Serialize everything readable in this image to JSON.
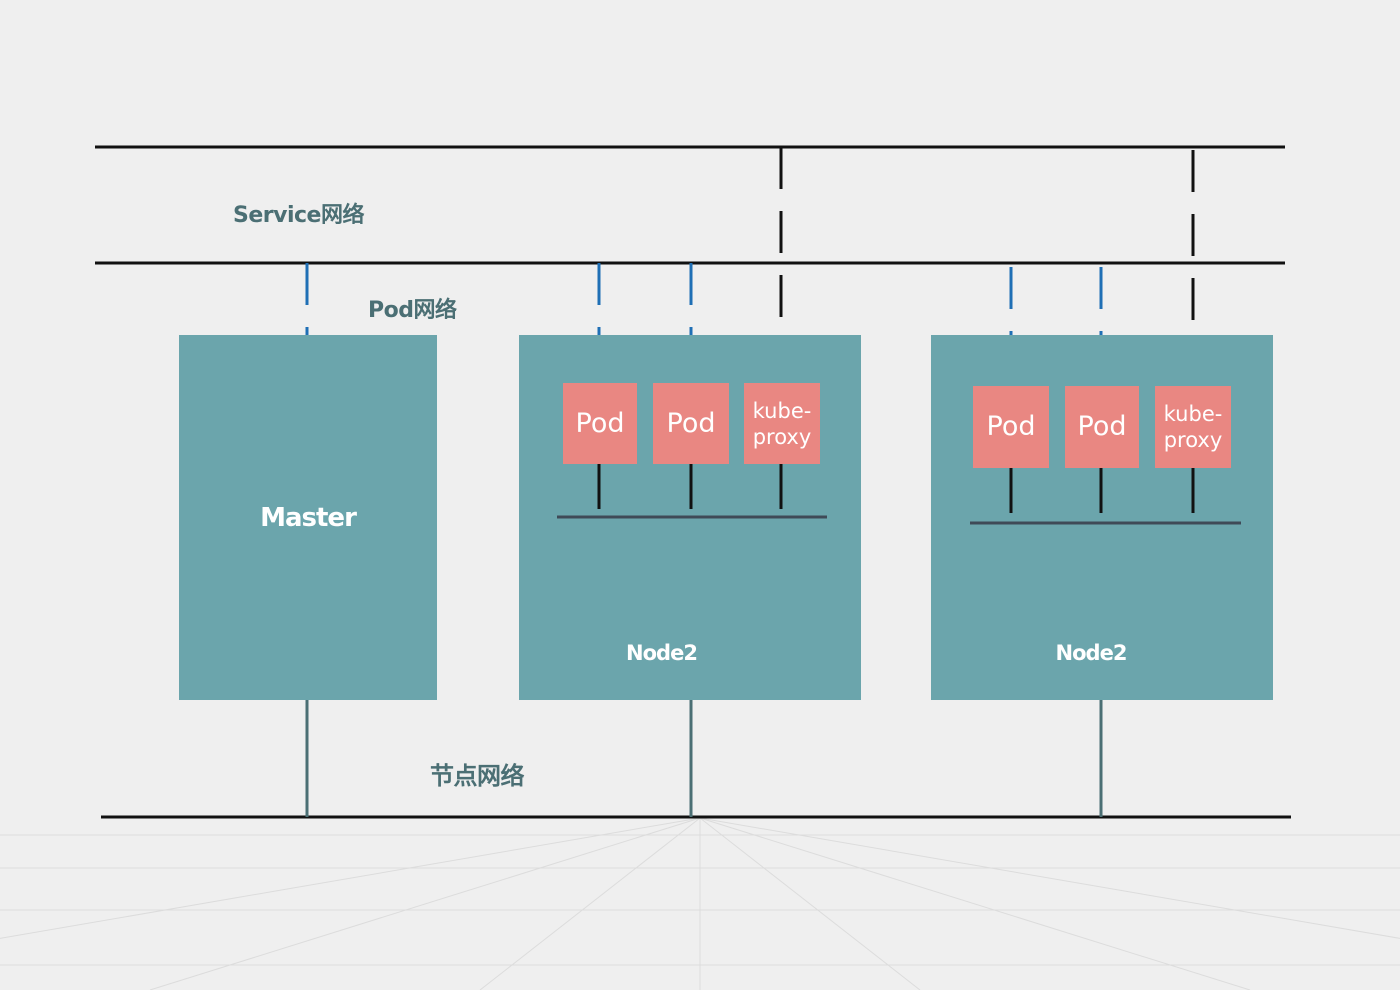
{
  "networks": {
    "service": "Service网络",
    "pod": "Pod网络",
    "node": "节点网络"
  },
  "master": {
    "label": "Master"
  },
  "nodes": [
    {
      "label": "Node2",
      "pods": [
        "Pod",
        "Pod"
      ],
      "proxy": "kube-\nproxy"
    },
    {
      "label": "Node2",
      "pods": [
        "Pod",
        "Pod"
      ],
      "proxy": "kube-\nproxy"
    }
  ],
  "colors": {
    "background": "#efefef",
    "box": "#6ba5ac",
    "pod": "#e98782",
    "label": "#4b6f74",
    "pod_link": "#1f6fb5",
    "line": "#111111",
    "bus": "#3f4a57"
  }
}
